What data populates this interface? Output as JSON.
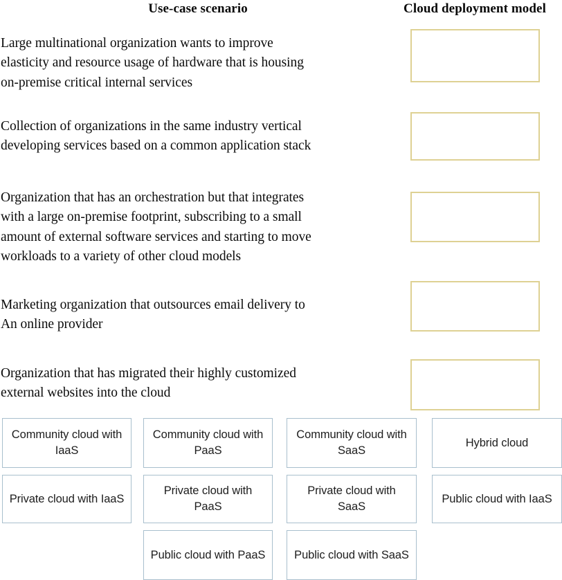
{
  "headers": {
    "scenario": "Use-case scenario",
    "model": "Cloud deployment model"
  },
  "colors": {
    "answer_box_border": "#ded193",
    "option_border": "#a8bfcd",
    "text": "#0b0b0b",
    "background": "#ffffff"
  },
  "scenarios": [
    {
      "id": "scenario-1",
      "lines": [
        "Large multinational organization wants to improve",
        "elasticity and resource usage of hardware that is housing",
        "on-premise critical internal services"
      ],
      "answer": ""
    },
    {
      "id": "scenario-2",
      "lines": [
        "Collection of organizations in the same industry vertical",
        "developing services based on a common application stack"
      ],
      "answer": ""
    },
    {
      "id": "scenario-3",
      "lines": [
        "Organization that has an orchestration but that integrates",
        "with a large on-premise footprint, subscribing to a small",
        "amount of external software services and starting to move",
        "workloads to a variety of other cloud models"
      ],
      "answer": ""
    },
    {
      "id": "scenario-4",
      "lines": [
        "Marketing organization that outsources email delivery to",
        "An online provider"
      ],
      "answer": ""
    },
    {
      "id": "scenario-5",
      "lines": [
        "Organization that has migrated their highly customized",
        "external websites into the cloud"
      ],
      "answer": ""
    }
  ],
  "options": [
    {
      "id": "opt-community-iaas",
      "col": 0,
      "row": 0,
      "label": "Community cloud with IaaS"
    },
    {
      "id": "opt-community-paas",
      "col": 1,
      "row": 0,
      "label": "Community cloud with PaaS"
    },
    {
      "id": "opt-community-saas",
      "col": 2,
      "row": 0,
      "label": "Community cloud with SaaS"
    },
    {
      "id": "opt-hybrid",
      "col": 3,
      "row": 0,
      "label": "Hybrid cloud"
    },
    {
      "id": "opt-private-iaas",
      "col": 0,
      "row": 1,
      "label": "Private cloud with IaaS"
    },
    {
      "id": "opt-private-paas",
      "col": 1,
      "row": 1,
      "label": "Private cloud with PaaS"
    },
    {
      "id": "opt-private-saas",
      "col": 2,
      "row": 1,
      "label": "Private cloud with SaaS"
    },
    {
      "id": "opt-public-iaas",
      "col": 3,
      "row": 1,
      "label": "Public cloud with IaaS"
    },
    {
      "id": "opt-public-paas",
      "col": 1,
      "row": 2,
      "label": "Public cloud with PaaS"
    },
    {
      "id": "opt-public-saas",
      "col": 2,
      "row": 2,
      "label": "Public cloud with SaaS"
    }
  ]
}
